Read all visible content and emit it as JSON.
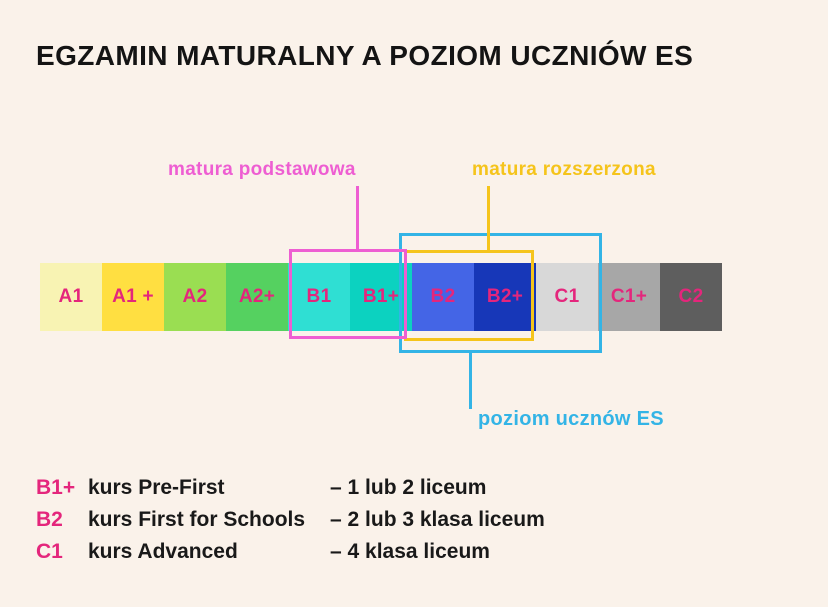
{
  "background": "#faf2ea",
  "title": "EGZAMIN MATURALNY A POZIOM UCZNIÓW ES",
  "bar": {
    "label_color": "#e4267c",
    "levels": [
      {
        "label": "A1",
        "color": "#f8f3b3"
      },
      {
        "label": "A1 +",
        "color": "#ffdf41"
      },
      {
        "label": "A2",
        "color": "#9ade52"
      },
      {
        "label": "A2+",
        "color": "#55d160"
      },
      {
        "label": "B1",
        "color": "#2fdfd3"
      },
      {
        "label": "B1+",
        "color": "#0cd2c0"
      },
      {
        "label": "B2",
        "color": "#4465e6"
      },
      {
        "label": "B2+",
        "color": "#1737b8"
      },
      {
        "label": "C1",
        "color": "#d8d8d8"
      },
      {
        "label": "C1+",
        "color": "#a7a7a7"
      },
      {
        "label": "C2",
        "color": "#5e5e5e"
      }
    ]
  },
  "annotations": {
    "podstawowa": {
      "label": "matura podstawowa",
      "color": "#ee5ed2"
    },
    "rozszerzona": {
      "label": "matura rozszerzona",
      "color": "#f5c41b"
    },
    "es": {
      "label": "poziom ucznów ES",
      "color": "#33b4e6"
    }
  },
  "legend": {
    "code_color": "#e4267c",
    "rows": [
      {
        "code": "B1+",
        "course": "kurs Pre-First",
        "desc": "– 1 lub 2 liceum"
      },
      {
        "code": "B2",
        "course": "kurs First for Schools",
        "desc": "– 2 lub 3 klasa liceum"
      },
      {
        "code": "C1",
        "course": "kurs Advanced",
        "desc": "– 4 klasa liceum"
      }
    ]
  }
}
